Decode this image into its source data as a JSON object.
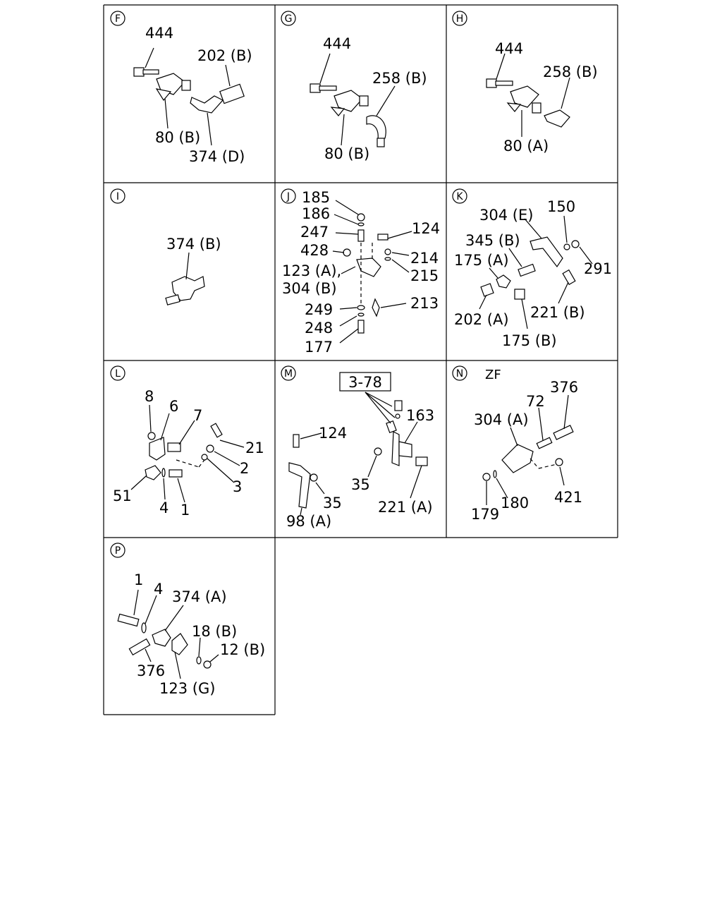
{
  "panels": [
    {
      "id": "F",
      "labels": [
        {
          "text": "444"
        },
        {
          "text": "202 (B)"
        },
        {
          "text": "80 (B)"
        },
        {
          "text": "374 (D)"
        }
      ]
    },
    {
      "id": "G",
      "labels": [
        {
          "text": "444"
        },
        {
          "text": "258 (B)"
        },
        {
          "text": "80 (B)"
        }
      ]
    },
    {
      "id": "H",
      "labels": [
        {
          "text": "444"
        },
        {
          "text": "258 (B)"
        },
        {
          "text": "80 (A)"
        }
      ]
    },
    {
      "id": "I",
      "labels": [
        {
          "text": "374 (B)"
        }
      ]
    },
    {
      "id": "J",
      "labels": [
        {
          "text": "185"
        },
        {
          "text": "186"
        },
        {
          "text": "247"
        },
        {
          "text": "428"
        },
        {
          "text": "123 (A),"
        },
        {
          "text": "304 (B)"
        },
        {
          "text": "124"
        },
        {
          "text": "214"
        },
        {
          "text": "215"
        },
        {
          "text": "213"
        },
        {
          "text": "249"
        },
        {
          "text": "248"
        },
        {
          "text": "177"
        }
      ]
    },
    {
      "id": "K",
      "labels": [
        {
          "text": "304 (E)"
        },
        {
          "text": "150"
        },
        {
          "text": "345 (B)"
        },
        {
          "text": "175 (A)"
        },
        {
          "text": "291"
        },
        {
          "text": "202 (A)"
        },
        {
          "text": "221 (B)"
        },
        {
          "text": "175 (B)"
        }
      ]
    },
    {
      "id": "L",
      "labels": [
        {
          "text": "8"
        },
        {
          "text": "6"
        },
        {
          "text": "7"
        },
        {
          "text": "21"
        },
        {
          "text": "2"
        },
        {
          "text": "3"
        },
        {
          "text": "51"
        },
        {
          "text": "4"
        },
        {
          "text": "1"
        }
      ]
    },
    {
      "id": "M",
      "ref": "3-78",
      "labels": [
        {
          "text": "163"
        },
        {
          "text": "124"
        },
        {
          "text": "35"
        },
        {
          "text": "35"
        },
        {
          "text": "221 (A)"
        },
        {
          "text": "98 (A)"
        }
      ]
    },
    {
      "id": "N",
      "note": "ZF",
      "labels": [
        {
          "text": "376"
        },
        {
          "text": "72"
        },
        {
          "text": "304 (A)"
        },
        {
          "text": "421"
        },
        {
          "text": "180"
        },
        {
          "text": "179"
        }
      ]
    },
    {
      "id": "P",
      "labels": [
        {
          "text": "1"
        },
        {
          "text": "4"
        },
        {
          "text": "374 (A)"
        },
        {
          "text": "18 (B)"
        },
        {
          "text": "12 (B)"
        },
        {
          "text": "376"
        },
        {
          "text": "123 (G)"
        }
      ]
    }
  ]
}
